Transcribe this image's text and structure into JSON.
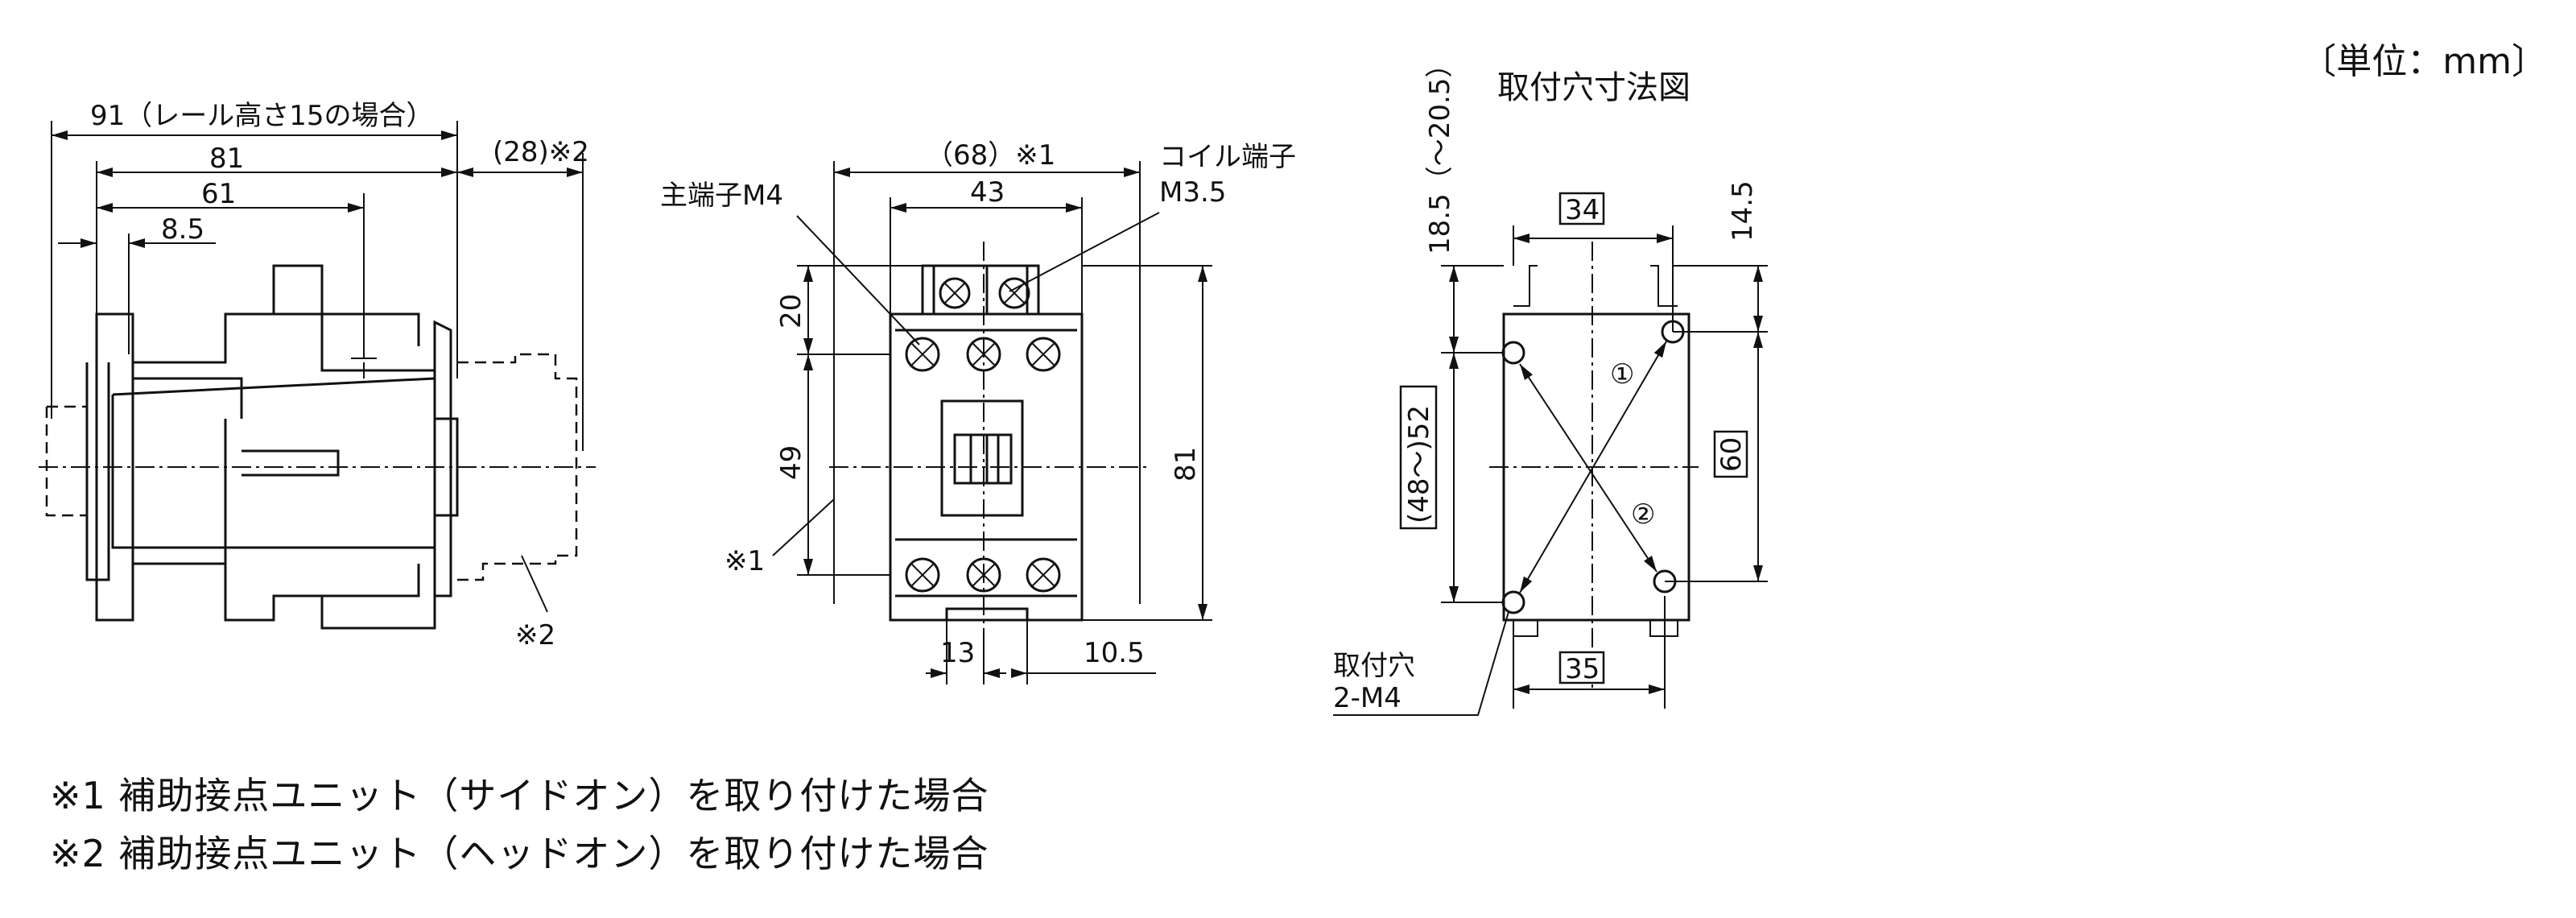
{
  "unit_label": "〔単位：mm〕",
  "side_view": {
    "dim_91": "91（レール高さ15の場合）",
    "dim_81": "81",
    "dim_61": "61",
    "dim_8_5": "8.5",
    "dim_28": "(28)※2",
    "note_2": "※2"
  },
  "front_view": {
    "dim_68": "（68）※1",
    "dim_43": "43",
    "coil_terminal_line1": "コイル端子",
    "coil_terminal_line2": "M3.5",
    "main_terminal": "主端子M4",
    "dim_20": "20",
    "dim_49": "49",
    "dim_81": "81",
    "dim_13": "13",
    "dim_10_5": "10.5",
    "note_1": "※1"
  },
  "mounting": {
    "title": "取付穴寸法図",
    "dim_18_5": "18.5（〜20.5）",
    "dim_14_5": "14.5",
    "dim_34": "34",
    "dim_48_52": "(48〜)52",
    "dim_60": "60",
    "dim_35": "35",
    "circle_1": "①",
    "circle_2": "②",
    "hole_label_line1": "取付穴",
    "hole_label_line2": "2-M4"
  },
  "notes": [
    "※1 補助接点ユニット（サイドオン）を取り付けた場合",
    "※2 補助接点ユニット（ヘッドオン）を取り付けた場合"
  ]
}
